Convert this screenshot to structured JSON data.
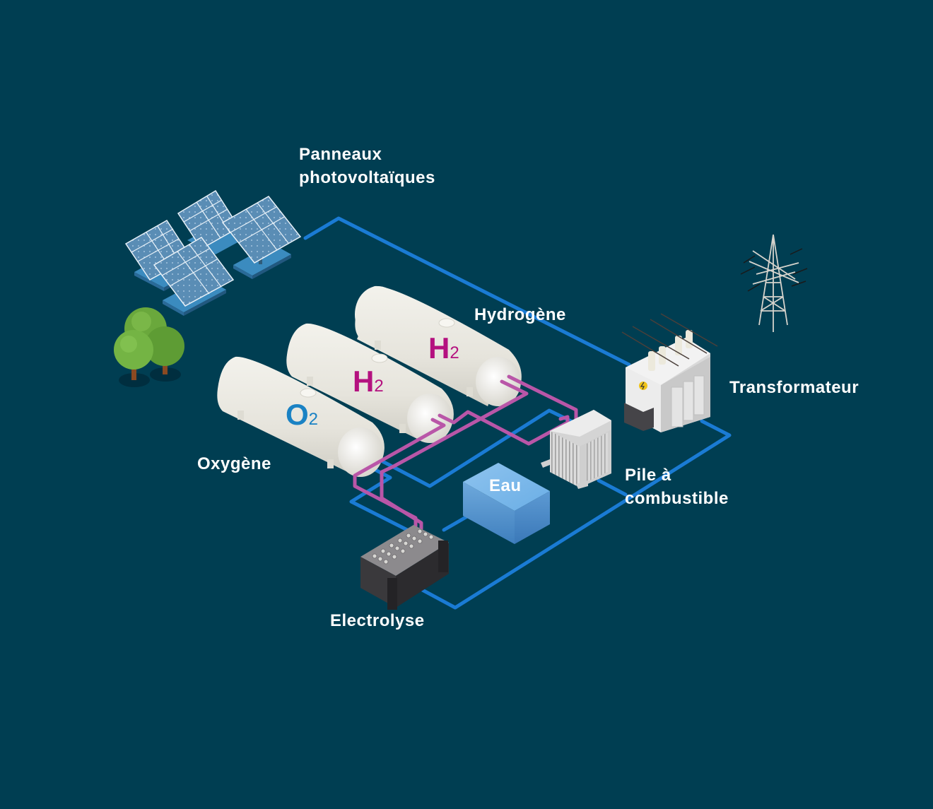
{
  "colors": {
    "background": "#003e52",
    "electric_line": "#1a7bd4",
    "hydrogen_line": "#b956a8",
    "hydrogen_text": "#b4117f",
    "oxygen_text": "#1a82c4",
    "tank": "#ecebe4",
    "water_box": "#5a9fd8",
    "electrolyser": "#3a393c",
    "panel_base": "#3b8bbf",
    "panel": "#5d90b8"
  },
  "labels": {
    "solar_panels": [
      "Panneaux",
      "photovoltaïques"
    ],
    "hydrogen": "Hydrogène",
    "transformer": "Transformateur",
    "oxygen": "Oxygène",
    "fuel_cell": [
      "Pile à",
      "combustible"
    ],
    "water": "Eau",
    "electrolysis": "Electrolyse"
  },
  "tanks": [
    {
      "gas": "O",
      "subscript": "2",
      "kind": "oxygen"
    },
    {
      "gas": "H",
      "subscript": "2",
      "kind": "hydrogen"
    },
    {
      "gas": "H",
      "subscript": "2",
      "kind": "hydrogen"
    }
  ],
  "icons": [
    "solar-panel-icon",
    "tree-icon",
    "hydrogen-tank-icon",
    "oxygen-tank-icon",
    "transformer-icon",
    "pylon-icon",
    "fuel-cell-icon",
    "water-tank-icon",
    "electrolyser-icon",
    "lightning-icon"
  ]
}
